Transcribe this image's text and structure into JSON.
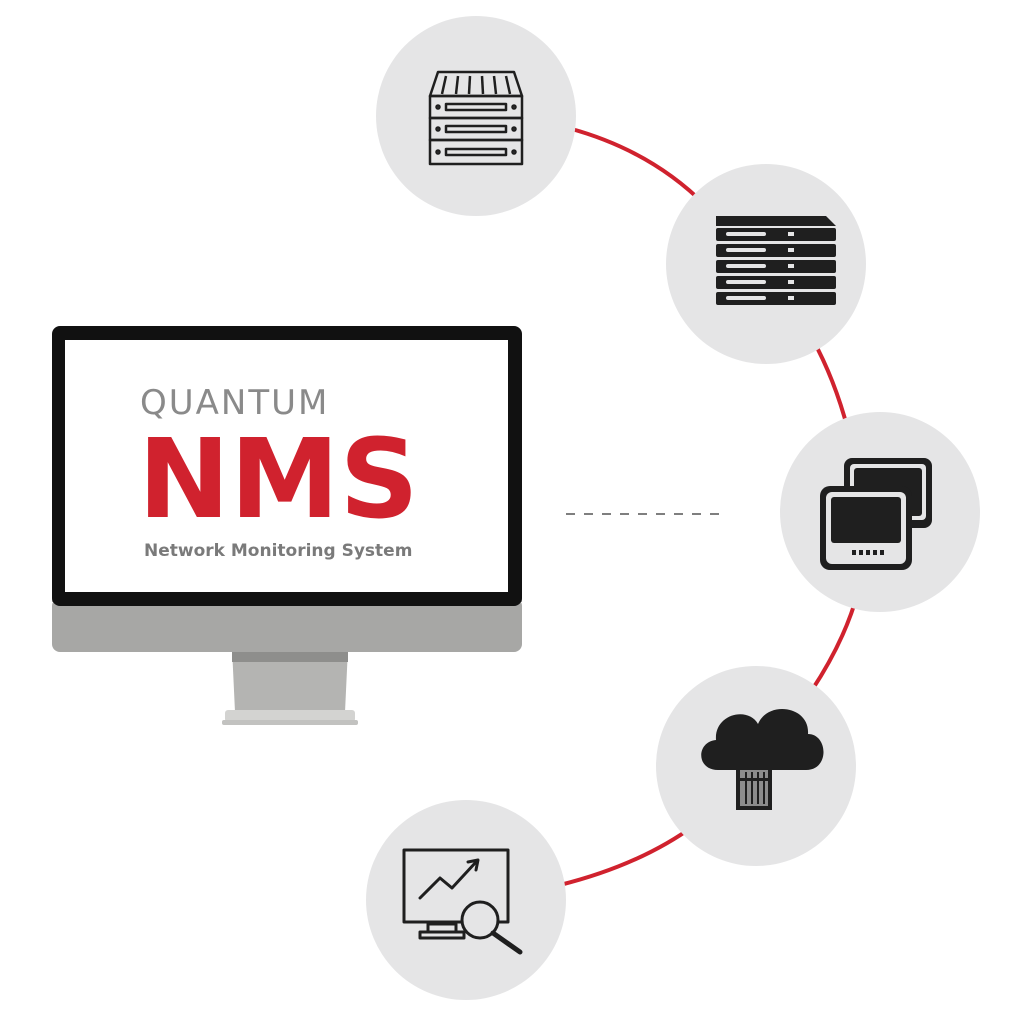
{
  "brand": {
    "top": "QUANTUM",
    "main": "NMS",
    "subtitle": "Network Monitoring System"
  },
  "colors": {
    "accent_red": "#d0222e",
    "circle_fill": "#e5e5e6",
    "icon_dark": "#1f1f1f",
    "brand_gray": "#8a8a8a",
    "bezel": "#111111",
    "chin": "#a7a7a5",
    "stand": "#b4b4b2"
  },
  "nodes": [
    {
      "id": "server-rack",
      "icon": "server-rack-icon"
    },
    {
      "id": "storage-array",
      "icon": "storage-array-icon"
    },
    {
      "id": "displays",
      "icon": "monitors-icon"
    },
    {
      "id": "cloud",
      "icon": "cloud-server-icon"
    },
    {
      "id": "analytics",
      "icon": "analytics-search-icon"
    }
  ]
}
